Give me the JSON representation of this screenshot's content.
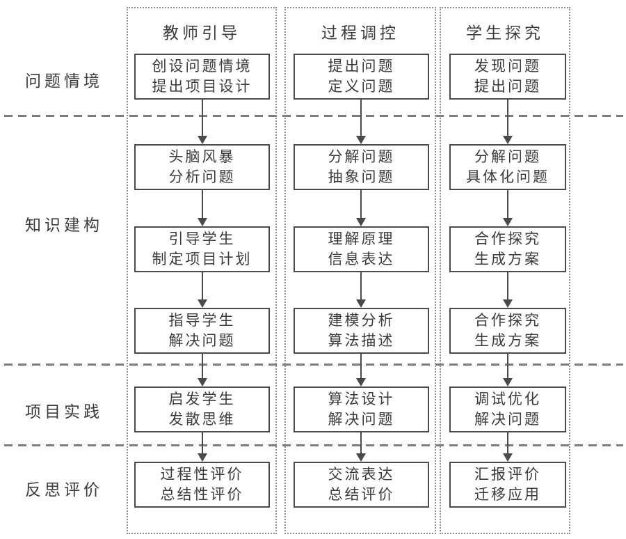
{
  "diagram": {
    "title_hint": "project-based teaching flow diagram",
    "row_labels": [
      {
        "label": "问题情境"
      },
      {
        "label": "知识建构"
      },
      {
        "label": "项目实践"
      },
      {
        "label": "反思评价"
      }
    ],
    "columns": [
      {
        "header": "教师引导",
        "boxes": [
          {
            "line1": "创设问题情境",
            "line2": "提出项目设计"
          },
          {
            "line1": "头脑风暴",
            "line2": "分析问题"
          },
          {
            "line1": "引导学生",
            "line2": "制定项目计划"
          },
          {
            "line1": "指导学生",
            "line2": "解决问题"
          },
          {
            "line1": "启发学生",
            "line2": "发散思维"
          },
          {
            "line1": "过程性评价",
            "line2": "总结性评价"
          }
        ]
      },
      {
        "header": "过程调控",
        "boxes": [
          {
            "line1": "提出问题",
            "line2": "定义问题"
          },
          {
            "line1": "分解问题",
            "line2": "抽象问题"
          },
          {
            "line1": "理解原理",
            "line2": "信息表达"
          },
          {
            "line1": "建模分析",
            "line2": "算法描述"
          },
          {
            "line1": "算法设计",
            "line2": "解决问题"
          },
          {
            "line1": "交流表达",
            "line2": "总结评价"
          }
        ]
      },
      {
        "header": "学生探究",
        "boxes": [
          {
            "line1": "发现问题",
            "line2": "提出问题"
          },
          {
            "line1": "分解问题",
            "line2": "具体化问题"
          },
          {
            "line1": "合作探究",
            "line2": "生成方案"
          },
          {
            "line1": "合作探究",
            "line2": "生成方案"
          },
          {
            "line1": "调试优化",
            "line2": "解决问题"
          },
          {
            "line1": "汇报评价",
            "line2": "迁移应用"
          }
        ]
      }
    ],
    "colors": {
      "line": "#4a4a4a",
      "dotted_border": "#8f8f8f",
      "dashed_line": "#7d7d7d",
      "text": "#3b3b3b",
      "background": "#ffffff"
    }
  }
}
